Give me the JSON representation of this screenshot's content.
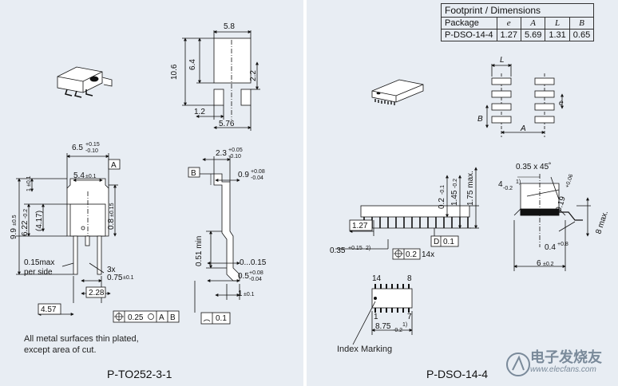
{
  "left": {
    "package_name": "P-TO252-3-1",
    "note_line1": "All metal surfaces thin plated,",
    "note_line2": "except area of cut.",
    "dims": {
      "d58": "5.8",
      "d106": "10.6",
      "d64": "6.4",
      "d22": "2.2",
      "d12": "1.2",
      "d576": "5.76",
      "d65": "6.5",
      "d65tol_up": "+0.15",
      "d65tol_dn": "-0.10",
      "datumA": "A",
      "d54": "5.4",
      "d54tol": "±0.1",
      "d1": "1",
      "d1tol": "±0.1",
      "d99": "9.9",
      "d99tol": "±0.5",
      "d622": "6.22",
      "d622tol": "-0.2",
      "d417": "(4.17)",
      "d08": "0.8",
      "d08tol": "±0.15",
      "d015max": "0.15max",
      "perside": "per side",
      "x3": "3x",
      "d075": "0.75",
      "d075tol": "±0.1",
      "d228": "2.28",
      "d457": "4.57",
      "tol_val": "0.25",
      "tol_refA": "A",
      "tol_refB": "B",
      "d23": "2.3",
      "d23tol_up": "+0.05",
      "d23tol_dn": "-0.10",
      "datumB": "B",
      "d09": "0.9",
      "d09tol_up": "+0.08",
      "d09tol_dn": "-0.04",
      "d051": "0.51 min",
      "d0015": "0...0.15",
      "d05": "0.5",
      "d05tol_up": "+0.08",
      "d05tol_dn": "-0.04",
      "d1b": "1",
      "d1btol": "±0.1",
      "flat": "0.1"
    }
  },
  "right": {
    "package_name": "P-DSO-14-4",
    "index_marking": "Index Marking",
    "table": {
      "title": "Footprint / Dimensions",
      "headers": [
        "Package",
        "e",
        "A",
        "L",
        "B"
      ],
      "row": [
        "P-DSO-14-4",
        "1.27",
        "5.69",
        "1.31",
        "0.65"
      ]
    },
    "fp_labels": {
      "L": "L",
      "e": "e",
      "B": "B",
      "A": "A"
    },
    "dims": {
      "d035x45": "0.35 x 45˚",
      "d4": "4",
      "d4tol": "-0.2",
      "d4note": "1)",
      "d02": "0.2",
      "d02tol": "-0.1",
      "d145": "1.45",
      "d145tol": "-0.2",
      "d175": "1.75 max.",
      "d019": "0.19",
      "d019tol": "+0.06",
      "d8max": "8 max.",
      "d127": "1.27",
      "datumD": "D",
      "d01": "0.1",
      "d035": "0.35",
      "d035tol": "+0.15",
      "d035note": "2)",
      "tol02": "0.2",
      "x14": "14x",
      "d04": "0.4",
      "d04tol": "+0.8",
      "d6": "6",
      "d6tol": "±0.2",
      "pin14": "14",
      "pin8": "8",
      "pin1": "1",
      "pin7": "7",
      "d875": "8.75",
      "d875tol": "-0.2",
      "d875note": "1)"
    }
  },
  "watermark": {
    "brand": "电子发烧友",
    "url": "www.elecfans.com"
  }
}
